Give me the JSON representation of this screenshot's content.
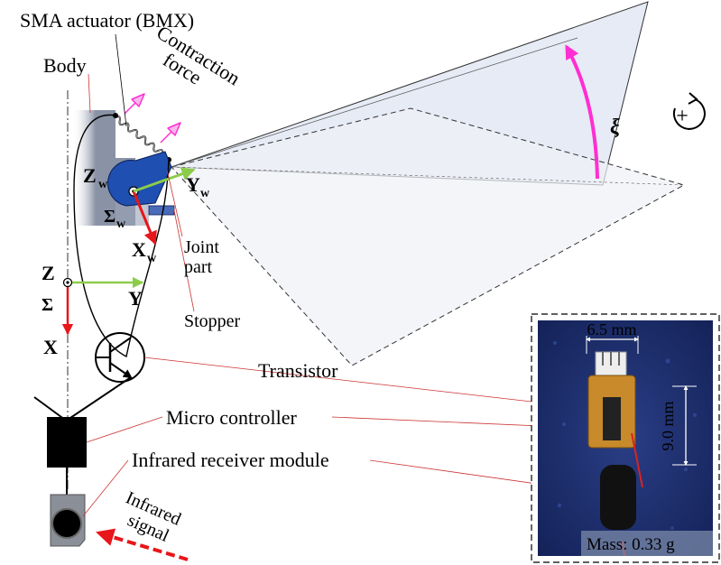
{
  "labels": {
    "sma_actuator": "SMA actuator (BMX)",
    "body": "Body",
    "contraction_1": "Contraction",
    "contraction_2": "force",
    "joint_1": "Joint",
    "joint_2": "part",
    "stopper": "Stopper",
    "transistor": "Transistor",
    "micro_controller": "Micro controller",
    "ir_receiver": "Infrared receiver module",
    "infrared_1": "Infrared",
    "infrared_2": "signal",
    "xi": "ξ",
    "rotation_sign": "+",
    "mass": "Mass: 0.33 g",
    "width_dim": "6.5 mm",
    "height_dim": "9.0 mm"
  },
  "frames": {
    "world": {
      "x": "X",
      "y": "Y",
      "z": "Z",
      "sigma": "Σ"
    },
    "wing": {
      "x": "X",
      "y": "Y",
      "z": "Z",
      "sub": "w",
      "sigma": "Σ"
    }
  },
  "colors": {
    "x_axis": "#e8151b",
    "y_axis": "#8ccc4a",
    "z_axis": "#1aa3e8",
    "magenta": "#ff2fd2",
    "wing_fill": "#c9d5e8",
    "joint_blue": "#1f4fb0",
    "body_gray": "#8a93a6",
    "signal_red": "#e8151b"
  }
}
